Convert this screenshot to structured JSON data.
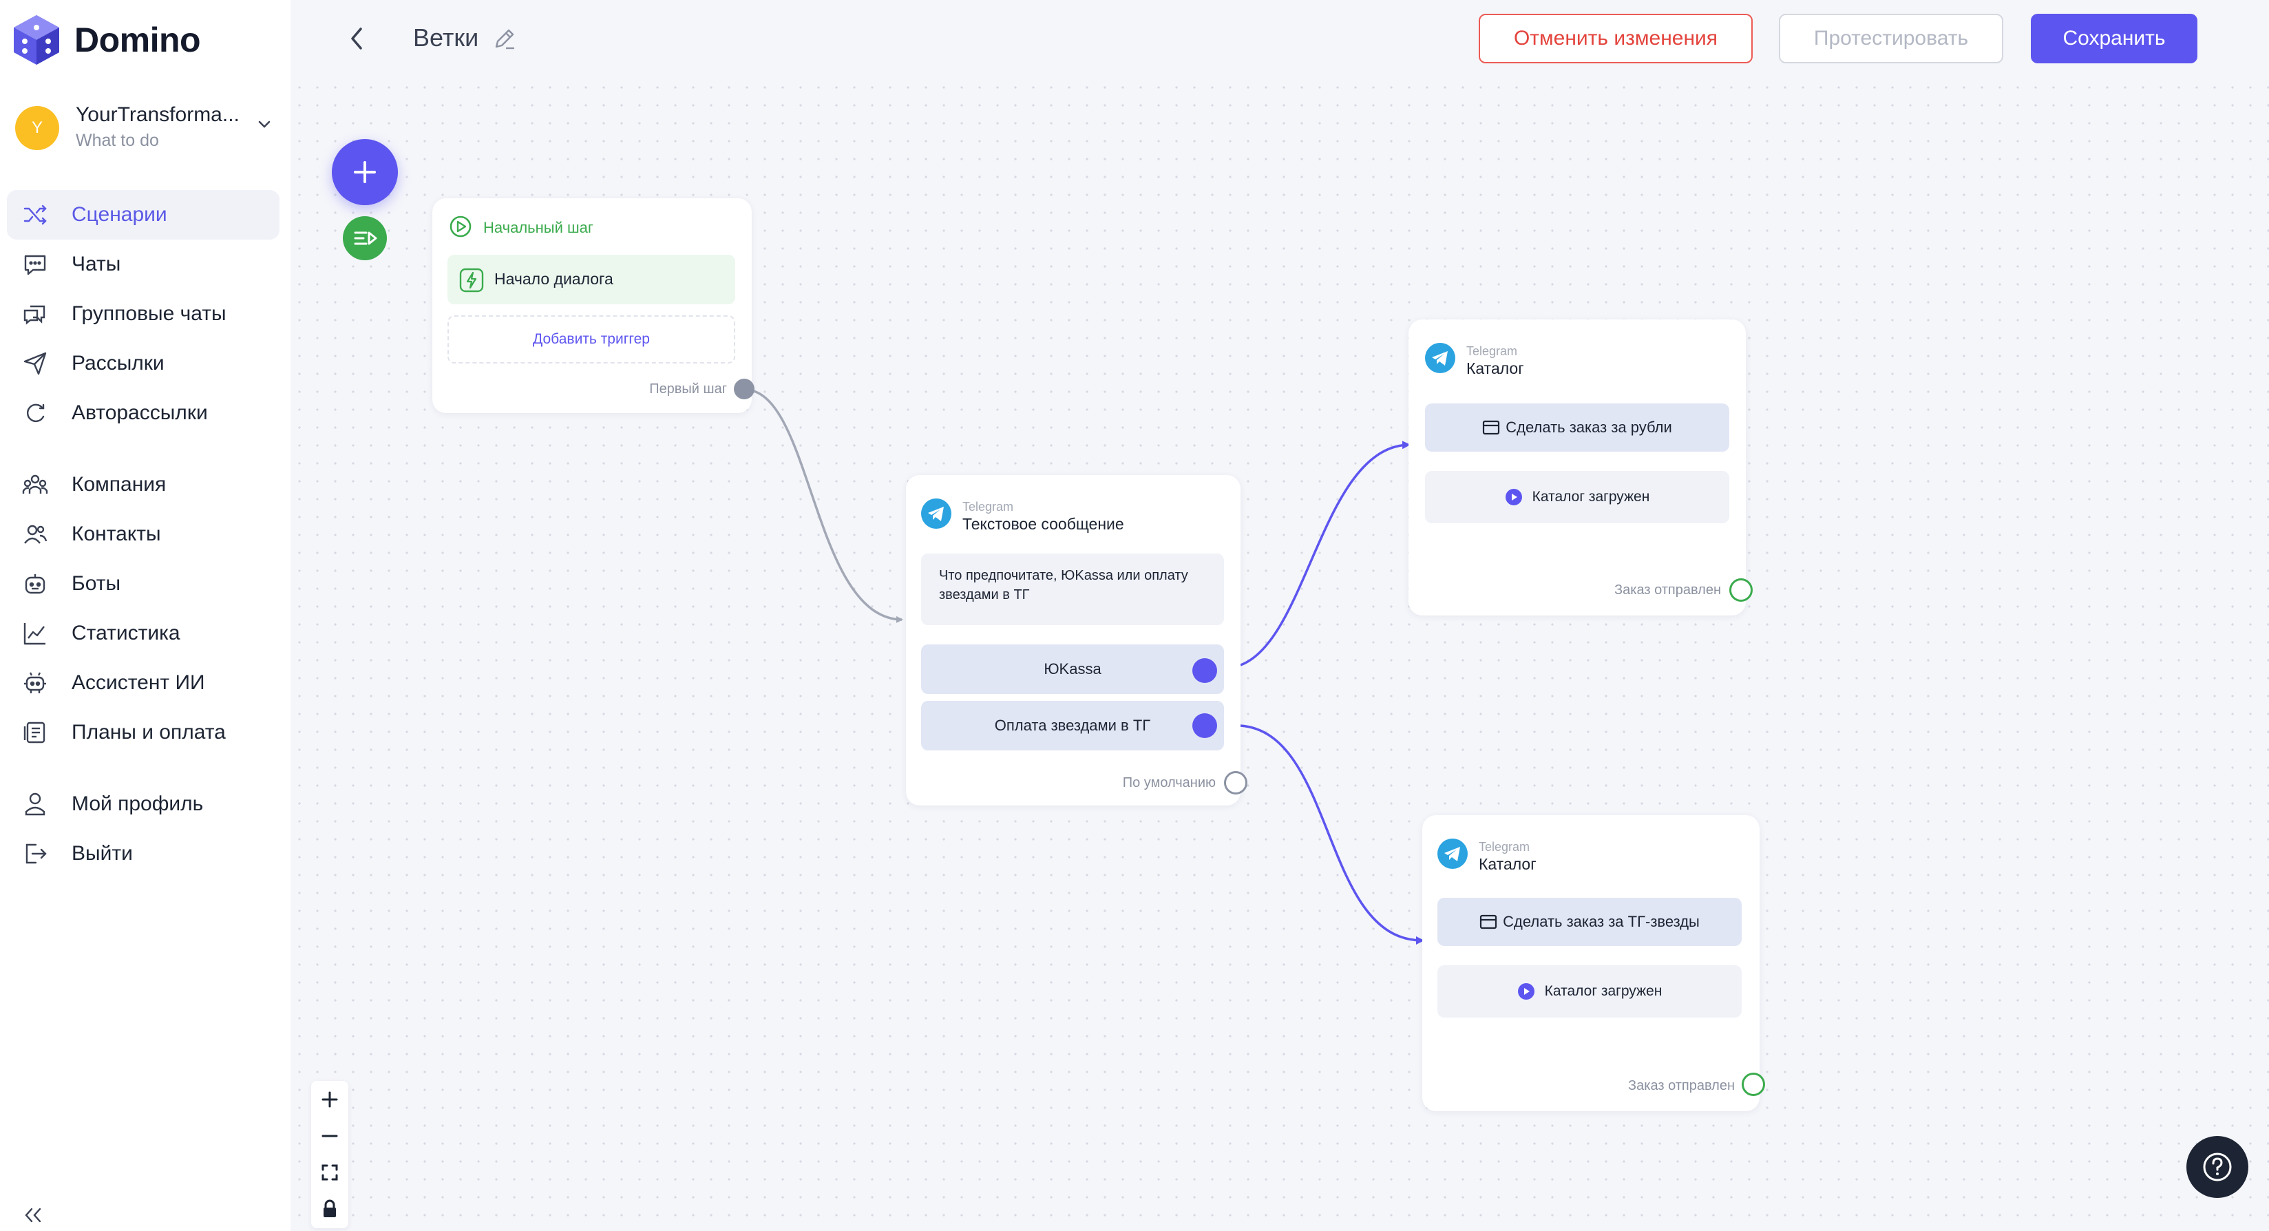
{
  "app": {
    "name": "Domino"
  },
  "workspace": {
    "name": "YourTransforma...",
    "subtitle": "What to do",
    "avatar_letter": "Y"
  },
  "nav": {
    "items": [
      {
        "label": "Сценарии",
        "icon": "shuffle-icon",
        "active": true
      },
      {
        "label": "Чаты",
        "icon": "chat-icon"
      },
      {
        "label": "Групповые чаты",
        "icon": "group-chat-icon"
      },
      {
        "label": "Рассылки",
        "icon": "send-icon"
      },
      {
        "label": "Авторассылки",
        "icon": "auto-send-icon"
      },
      {
        "label": "Компания",
        "icon": "company-icon"
      },
      {
        "label": "Контакты",
        "icon": "contacts-icon"
      },
      {
        "label": "Боты",
        "icon": "bot-icon"
      },
      {
        "label": "Статистика",
        "icon": "stats-icon"
      },
      {
        "label": "Ассистент ИИ",
        "icon": "ai-assistant-icon"
      },
      {
        "label": "Планы и оплата",
        "icon": "billing-icon"
      },
      {
        "label": "Мой профиль",
        "icon": "profile-icon"
      },
      {
        "label": "Выйти",
        "icon": "logout-icon"
      }
    ]
  },
  "header": {
    "title": "Ветки",
    "cancel_label": "Отменить изменения",
    "test_label": "Протестировать",
    "save_label": "Сохранить"
  },
  "flow": {
    "start": {
      "title": "Начальный шаг",
      "trigger": "Начало диалога",
      "add_trigger": "Добавить триггер",
      "output_label": "Первый шаг"
    },
    "text_message": {
      "platform": "Telegram",
      "title": "Текстовое сообщение",
      "message": "Что предпочитате, ЮKassa или оплату звездами в ТГ",
      "buttons": [
        "ЮKassa",
        "Оплата звездами в ТГ"
      ],
      "default_label": "По умолчанию"
    },
    "catalog_rub": {
      "platform": "Telegram",
      "title": "Каталог",
      "action": "Сделать заказ за рубли",
      "event": "Каталог загружен",
      "output_label": "Заказ отправлен"
    },
    "catalog_stars": {
      "platform": "Telegram",
      "title": "Каталог",
      "action": "Сделать заказ за ТГ-звезды",
      "event": "Каталог загружен",
      "output_label": "Заказ отправлен"
    }
  },
  "colors": {
    "accent": "#5d55ef",
    "danger": "#e3443d",
    "success": "#3bab4d",
    "telegram": "#2aa3e0"
  }
}
